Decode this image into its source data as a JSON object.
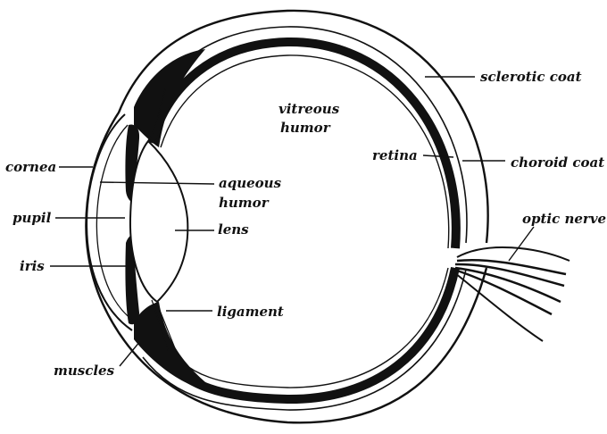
{
  "labels": {
    "vitreous_1": "vitreous",
    "vitreous_2": "humor",
    "sclerotic": "sclerotic coat",
    "retina": "retina",
    "choroid": "choroid coat",
    "cornea": "cornea",
    "aqueous_1": "aqueous",
    "aqueous_2": "humor",
    "pupil": "pupil",
    "lens": "lens",
    "optic": "optic nerve",
    "iris": "iris",
    "ligament": "ligament",
    "muscles": "muscles"
  },
  "colors": {
    "ink": "#111111",
    "background": "#ffffff"
  }
}
